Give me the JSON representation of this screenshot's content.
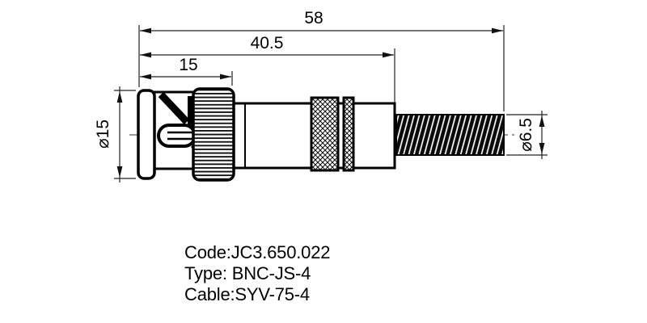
{
  "dimensions": {
    "overall_length": "58",
    "body_length": "40.5",
    "front_length": "15",
    "front_diameter": "⌀15",
    "rear_diameter": "⌀6.5"
  },
  "notes": {
    "code": "Code:JC3.650.022",
    "type": "Type: BNC-JS-4",
    "cable": "Cable:SYV-75-4"
  },
  "colors": {
    "line": "#000000",
    "background": "#ffffff"
  }
}
